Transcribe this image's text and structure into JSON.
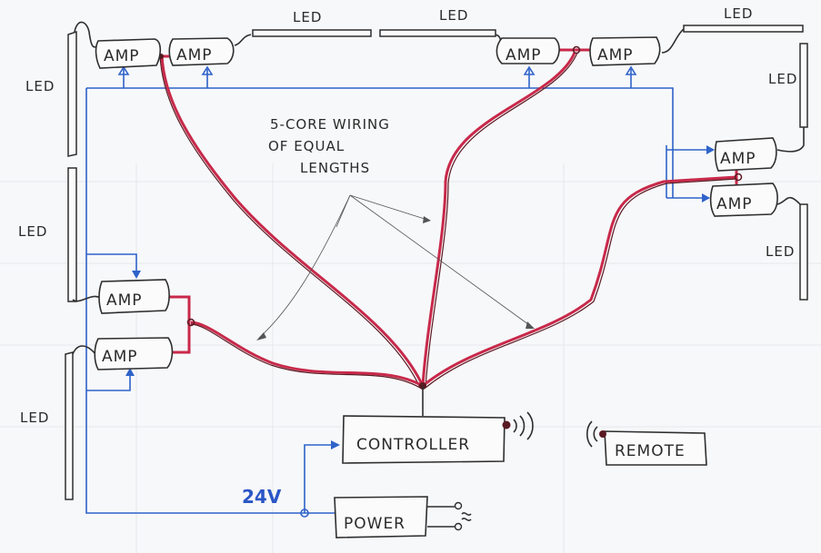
{
  "diagram": {
    "type": "wiring-diagram",
    "style": "hand-drawn",
    "colors": {
      "ink": "#2e2e2e",
      "power_bus": "#2f63c9",
      "signal_wiring": "#c8294a",
      "paper": "#f7f8fa"
    },
    "annotation": {
      "line1": "5-CORE WIRING",
      "line2": "OF EQUAL",
      "line3": "LENGTHS"
    },
    "led_label": "LED",
    "amp_label": "AMP",
    "controller_label": "CONTROLLER",
    "power_label": "POWER",
    "remote_label": "REMOTE",
    "voltage_label": "24V",
    "amps": [
      {
        "id": "amp-top-left-1",
        "label": "AMP"
      },
      {
        "id": "amp-top-left-2",
        "label": "AMP"
      },
      {
        "id": "amp-top-right-1",
        "label": "AMP"
      },
      {
        "id": "amp-top-right-2",
        "label": "AMP"
      },
      {
        "id": "amp-right-upper",
        "label": "AMP"
      },
      {
        "id": "amp-right-lower",
        "label": "AMP"
      },
      {
        "id": "amp-left-upper",
        "label": "AMP"
      },
      {
        "id": "amp-left-lower",
        "label": "AMP"
      }
    ],
    "leds": [
      {
        "id": "led-top-1",
        "label": "LED"
      },
      {
        "id": "led-top-2",
        "label": "LED"
      },
      {
        "id": "led-top-3",
        "label": "LED"
      },
      {
        "id": "led-right-upper",
        "label": "LED"
      },
      {
        "id": "led-right-lower",
        "label": "LED"
      },
      {
        "id": "led-left-upper",
        "label": "LED"
      },
      {
        "id": "led-left-middle",
        "label": "LED"
      },
      {
        "id": "led-left-lower",
        "label": "LED"
      }
    ]
  }
}
